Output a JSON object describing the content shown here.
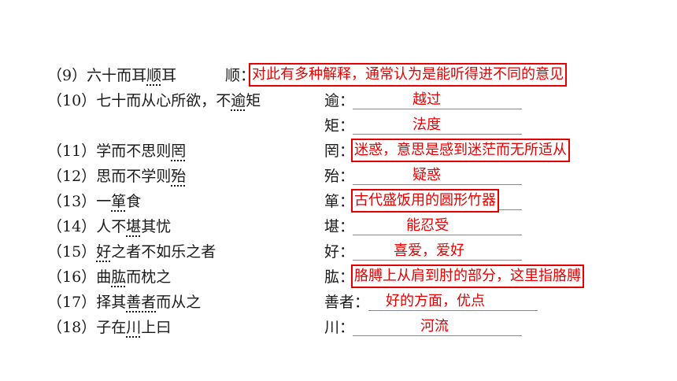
{
  "items": [
    {
      "n": "（9）",
      "before": "六十而耳",
      "dot": "顺",
      "after": "耳",
      "term": "顺：",
      "answer": "对此有多种解释，通常认为是能听得进不同的意见"
    },
    {
      "n": "（10）",
      "before": "七十而从心所欲，不",
      "dot": "逾",
      "after": "矩",
      "term": "逾：",
      "answer": "越过"
    },
    {
      "n": "",
      "before": "",
      "dot": "",
      "after": "",
      "term": "矩：",
      "answer": "法度"
    },
    {
      "n": "（11）",
      "before": "学而不思则",
      "dot": "罔",
      "after": "",
      "term": "罔：",
      "answer": "迷惑，意思是感到迷茫而无所适从"
    },
    {
      "n": "（12）",
      "before": "思而不学则",
      "dot": "殆",
      "after": "",
      "term": "殆：",
      "answer": "疑惑"
    },
    {
      "n": "（13）",
      "before": "一",
      "dot": "箪",
      "after": "食",
      "term": "箪：",
      "answer": "古代盛饭用的圆形竹器"
    },
    {
      "n": "（14）",
      "before": "人不",
      "dot": "堪",
      "after": "其忧",
      "term": "堪：",
      "answer": "能忍受"
    },
    {
      "n": "（15）",
      "before": "",
      "dot": "好",
      "after": "之者不如乐之者",
      "term": "好：",
      "answer": "喜爱，爱好"
    },
    {
      "n": "（16）",
      "before": "曲",
      "dot": "肱",
      "after": "而枕之",
      "term": "肱：",
      "answer": "胳膊上从肩到肘的部分，这里指胳膊"
    },
    {
      "n": "（17）",
      "before": "择其",
      "dot": "善者",
      "after": "而从之",
      "term": "善者：",
      "answer": "好的方面，优点"
    },
    {
      "n": "（18）",
      "before": "子在",
      "dot": "川",
      "after": "上曰",
      "term": "川：",
      "answer": "河流"
    }
  ]
}
